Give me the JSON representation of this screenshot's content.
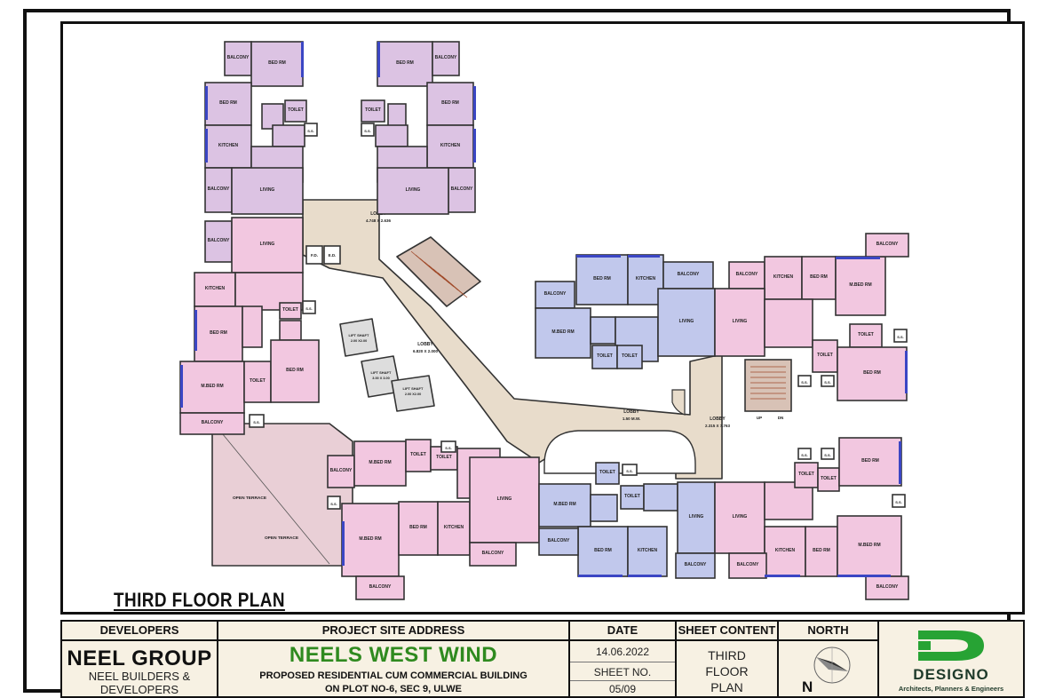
{
  "plan": {
    "title": "THIRD FLOOR PLAN",
    "rooms": {
      "balcony_label": "BALCONY",
      "bed_label": "BED RM",
      "mbed_label": "M.BED RM",
      "toilet_label": "TOILET",
      "kitchen_label": "KITCHEN",
      "living_label": "LIVING",
      "lobby_label": "LOBBY",
      "ss_label": "S.S.",
      "fd_label": "F.D.",
      "ed_label": "E.D.",
      "lift_label": "LIFT SHAFT",
      "open_terrace": "OPEN TERRACE",
      "lobby_top_dim": "4.748 X 2.636",
      "lobby_mid_dim": "6.820 X 2.000",
      "lobby_right_dim": "2.315 X 7.763",
      "lobby_corr": "1.50 M.W.",
      "lift_dims": [
        "2.00 X2.00",
        "3.00 X 3.00",
        "2.00 X2.00"
      ],
      "up": "UP",
      "dn": "DN"
    }
  },
  "titleblock": {
    "developers_header": "DEVELOPERS",
    "developer_name": "NEEL GROUP",
    "developer_sub1": "NEEL BUILDERS &",
    "developer_sub2": "DEVELOPERS",
    "address_header": "PROJECT SITE ADDRESS",
    "project_name": "NEELS WEST WIND",
    "project_line1": "PROPOSED RESIDENTIAL CUM COMMERCIAL BUILDING",
    "project_line2": "ON PLOT NO-6, SEC 9, ULWE",
    "date_header": "DATE",
    "date_value": "14.06.2022",
    "sheet_no_label": "SHEET NO.",
    "sheet_no_value": "05/09",
    "sheet_content_header": "SHEET CONTENT",
    "sheet_content_1": "THIRD",
    "sheet_content_2": "FLOOR",
    "sheet_content_3": "PLAN",
    "north_header": "NORTH",
    "north_letter": "N",
    "firm_name": "DESIGNO",
    "firm_tagline": "Architects, Planners & Engineers"
  },
  "colors": {
    "purple": "#dcc3e3",
    "pink": "#f2c7e0",
    "blue": "#c1c8ec",
    "beige": "#e8dccb",
    "terrace": "#e9cfd6",
    "brand_green": "#2f8a1f"
  }
}
